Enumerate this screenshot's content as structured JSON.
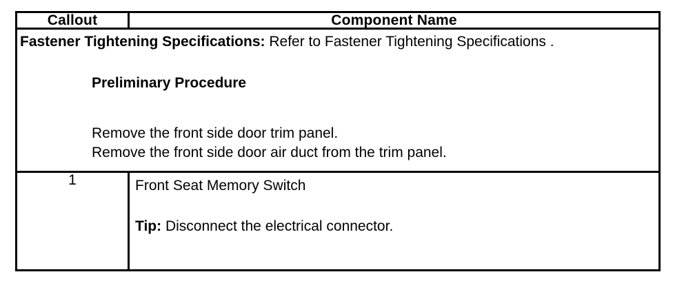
{
  "document": {
    "type": "service-procedure-table",
    "background_color": "#ffffff",
    "text_color": "#000000",
    "border_color": "#000000"
  },
  "table": {
    "header": {
      "callout": "Callout",
      "component_name": "Component Name"
    },
    "note_row": {
      "spec_label": "Fastener Tightening Specifications:",
      "spec_text": " Refer to Fastener Tightening Specifications .",
      "preliminary_heading": "Preliminary Procedure",
      "steps": [
        "Remove the front side door trim panel.",
        "Remove the front side door air duct from the trim panel."
      ]
    },
    "rows": [
      {
        "callout": "1",
        "component_title": "Front Seat Memory Switch",
        "tip_label": "Tip:",
        "tip_text": " Disconnect the electrical connector."
      }
    ]
  }
}
